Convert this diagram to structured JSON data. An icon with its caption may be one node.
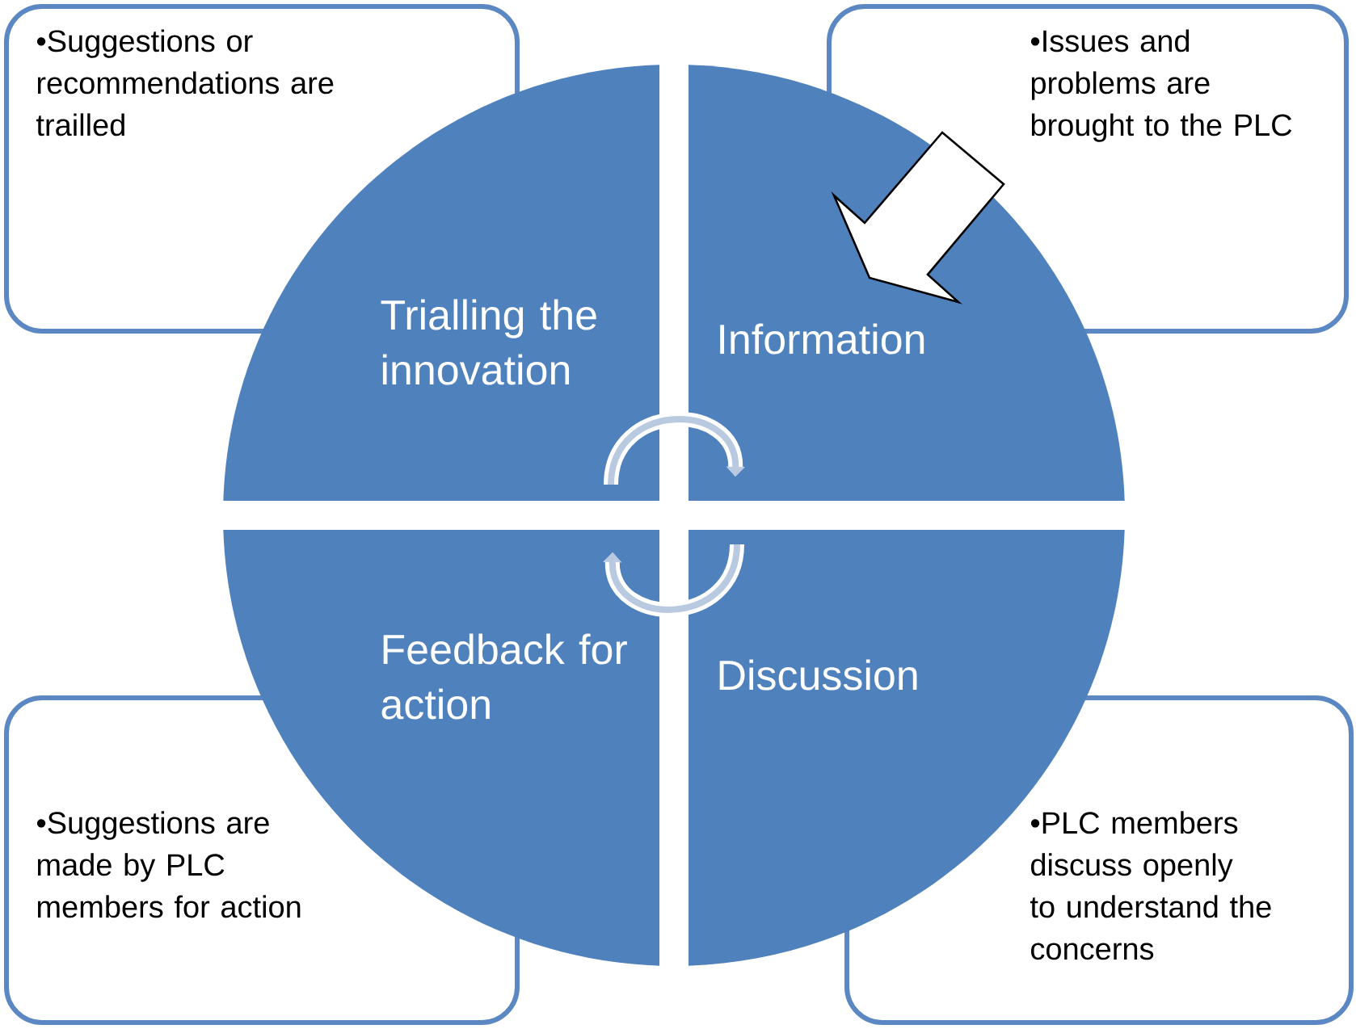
{
  "diagram": {
    "nodes": [
      {
        "text": [
          "•Suggestions or recommendations are trailled"
        ]
      },
      {
        "text": [
          "•Issues and problems are brought to the PLC"
        ]
      },
      {
        "text": [
          "Trialling the innovation"
        ]
      },
      {
        "text": [
          "Information"
        ]
      },
      {
        "text": [
          "Feedback for action"
        ]
      },
      {
        "text": [
          "Discussion"
        ]
      },
      {
        "text": [
          "•Suggestions are made by PLC members for action"
        ]
      },
      {
        "text": [
          "•PLC members discuss openly to understand the concerns"
        ]
      }
    ],
    "edges": [
      {
        "from": 1,
        "to": 3,
        "arrow": "to"
      },
      {
        "from": 2,
        "to": 3,
        "arrow": "to"
      },
      {
        "from": 5,
        "to": 4,
        "arrow": "to"
      }
    ]
  }
}
